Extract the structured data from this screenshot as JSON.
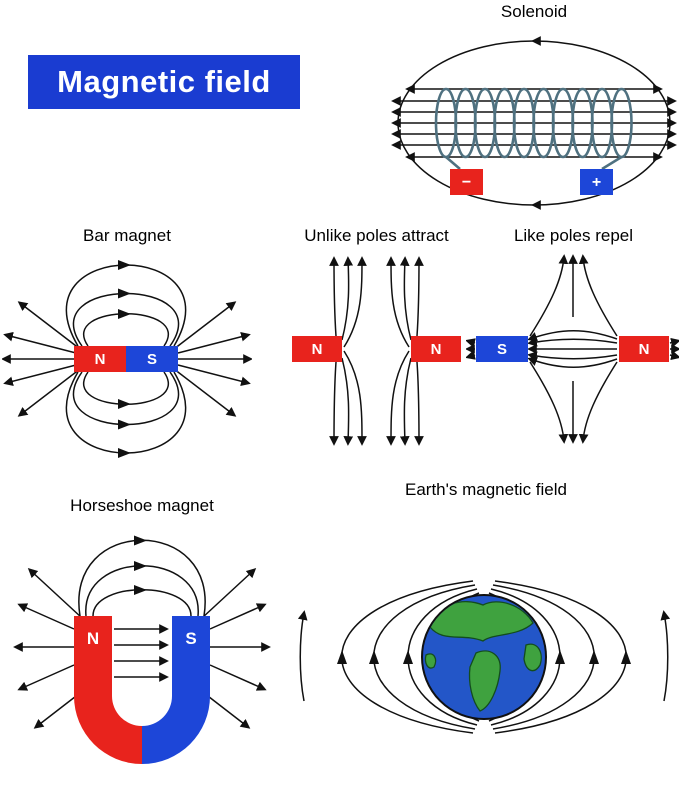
{
  "title": {
    "text": "Magnetic field"
  },
  "colors": {
    "accent_blue": "#1a3cd1",
    "magnet_red": "#e8231d",
    "magnet_blue": "#1d46d8",
    "field_line": "#111111",
    "coil": "#4f7180",
    "ocean": "#2356c8",
    "land": "#3fa23f"
  },
  "panels": {
    "solenoid": {
      "label": "Solenoid",
      "negative": "−",
      "positive": "+"
    },
    "bar": {
      "label": "Bar magnet",
      "left_pole": "N",
      "right_pole": "S"
    },
    "unlike": {
      "label": "Unlike poles attract",
      "left_pole": "N",
      "right_pole": "N"
    },
    "like": {
      "label": "Like poles repel",
      "left_pole": "S",
      "right_pole": "N"
    },
    "horseshoe": {
      "label": "Horseshoe magnet",
      "left_pole": "N",
      "right_pole": "S"
    },
    "earth": {
      "label": "Earth's magnetic field"
    }
  }
}
